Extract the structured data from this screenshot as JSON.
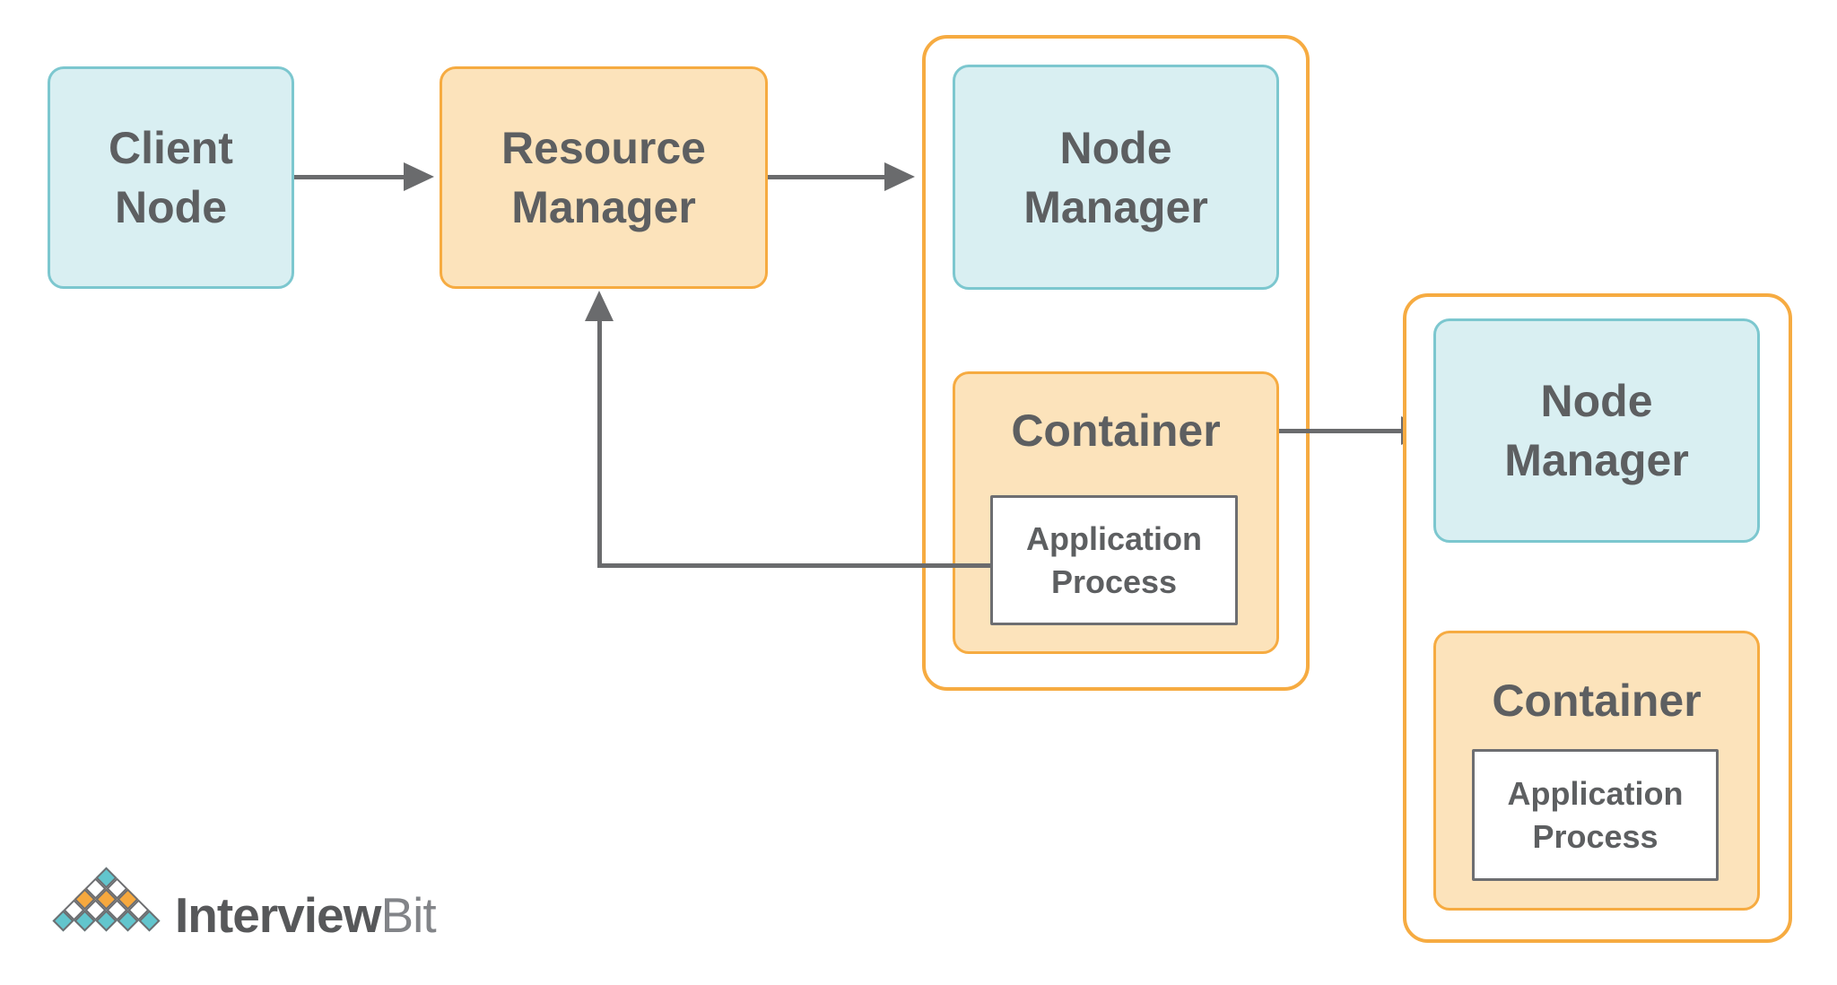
{
  "diagram": {
    "client_node": {
      "line1": "Client",
      "line2": "Node"
    },
    "resource_manager": {
      "line1": "Resource",
      "line2": "Manager"
    },
    "node_group_1": {
      "node_manager": {
        "line1": "Node",
        "line2": "Manager"
      },
      "container_label": "Container",
      "app_process": {
        "line1": "Application",
        "line2": "Process"
      }
    },
    "node_group_2": {
      "node_manager": {
        "line1": "Node",
        "line2": "Manager"
      },
      "container_label": "Container",
      "app_process": {
        "line1": "Application",
        "line2": "Process"
      }
    },
    "arrows": [
      {
        "from": "client-node",
        "to": "resource-manager"
      },
      {
        "from": "resource-manager",
        "to": "node-manager-1"
      },
      {
        "from": "container-1",
        "to": "node-manager-2"
      },
      {
        "from": "application-process-1",
        "to": "resource-manager"
      }
    ]
  },
  "branding": {
    "logo_part1": "Interview",
    "logo_part2": "Bit",
    "logo_pyramid_rows": [
      [
        "teal"
      ],
      [
        "white",
        "white"
      ],
      [
        "orange",
        "orange",
        "orange"
      ],
      [
        "white",
        "white",
        "white",
        "white"
      ],
      [
        "teal",
        "teal",
        "teal",
        "teal",
        "teal"
      ]
    ]
  },
  "colors": {
    "teal_fill": "#d9eff2",
    "teal_border": "#7cc7cf",
    "orange_fill": "#fce3bb",
    "orange_border": "#f6ab41",
    "arrow_gray": "#6a6b6d",
    "box_border_gray": "#6d6e71",
    "text_gray": "#5d5f61",
    "logo_text_dark": "#57585a",
    "logo_text_light": "#828488",
    "logo_teal": "#62c5cd",
    "logo_orange": "#f6a83e"
  }
}
